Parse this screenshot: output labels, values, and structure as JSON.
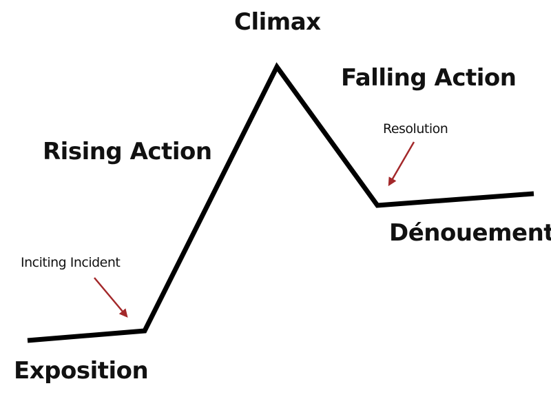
{
  "title": "Plot structure diagram",
  "labels": {
    "climax": "Climax",
    "falling_action": "Falling Action",
    "rising_action": "Rising Action",
    "resolution": "Resolution",
    "denouement": "Dénouement",
    "inciting_incident": "Inciting Incident",
    "exposition": "Exposition"
  },
  "colors": {
    "line": "#000000",
    "arrow": "#a3282a",
    "text": "#111111"
  }
}
